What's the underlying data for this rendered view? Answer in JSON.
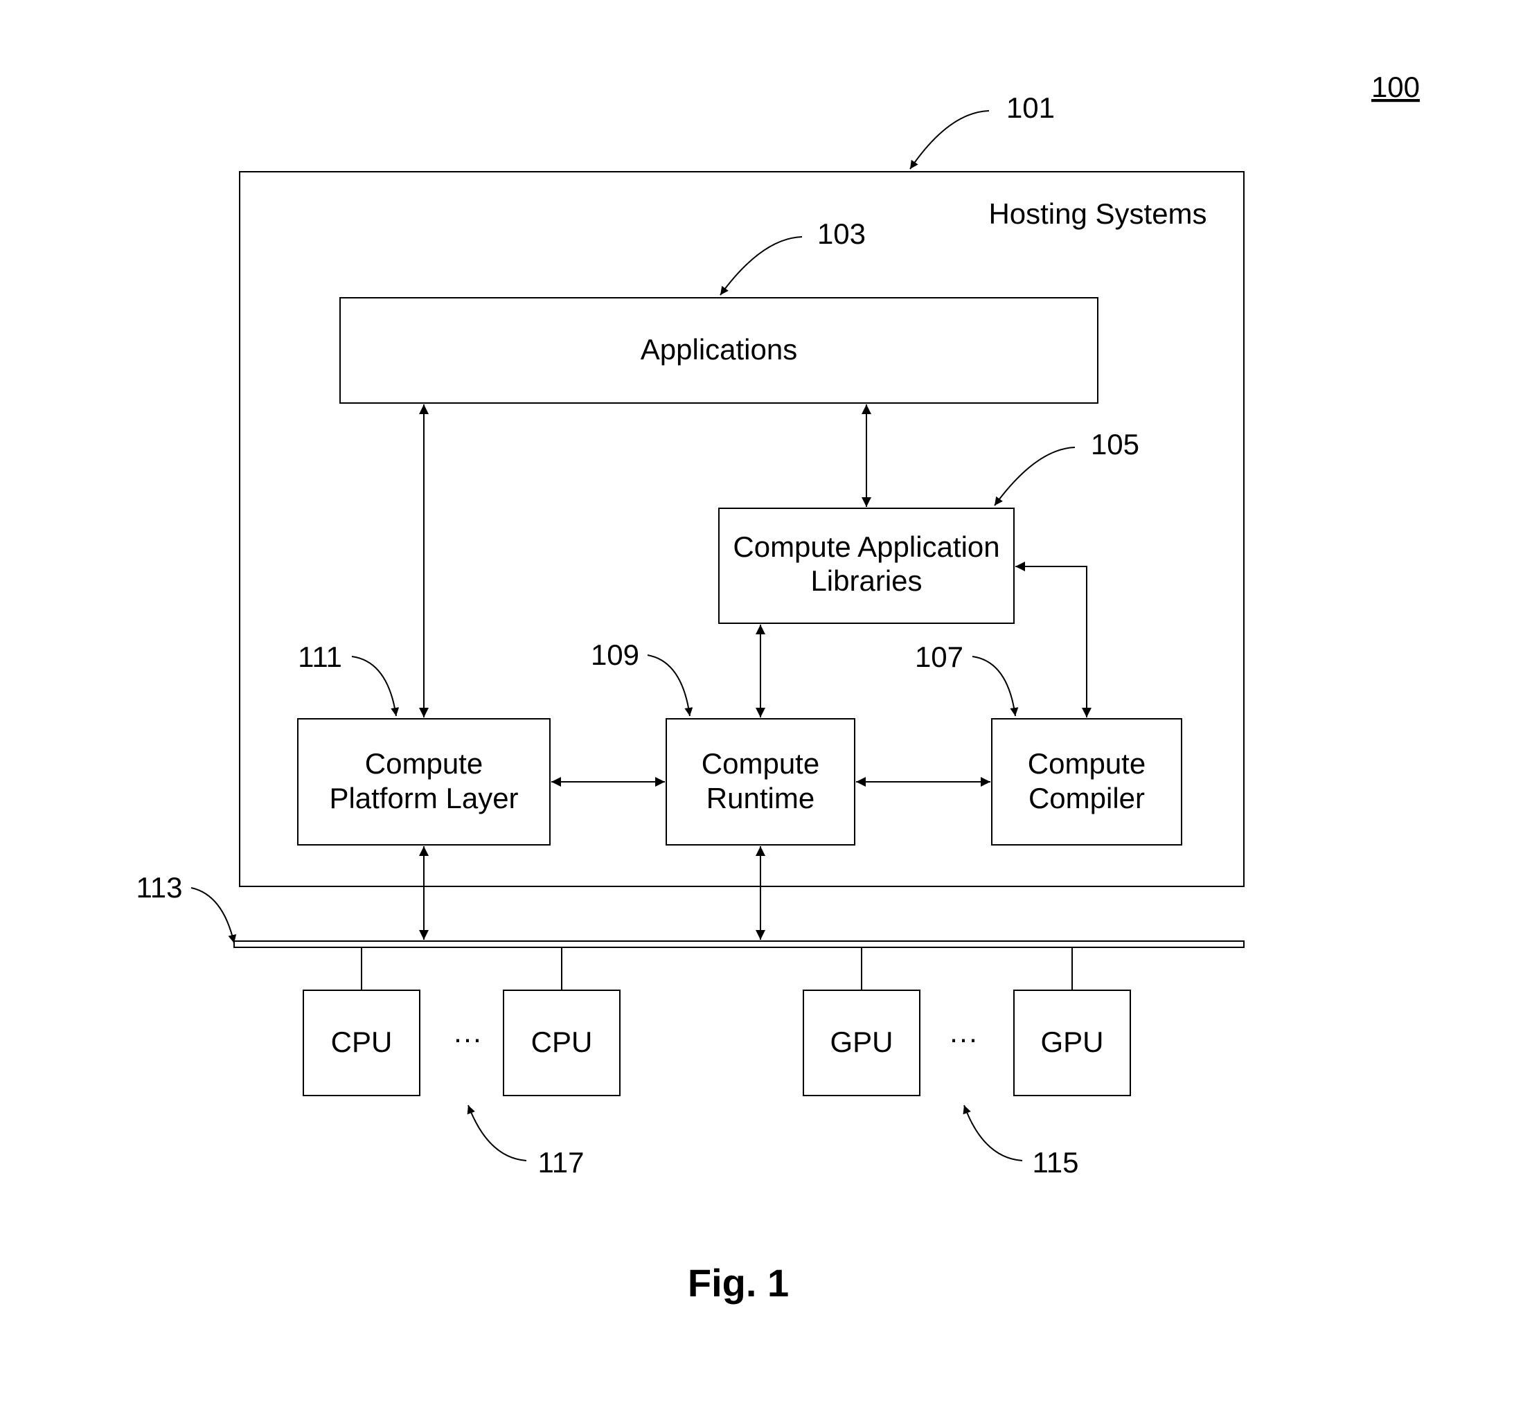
{
  "figure": {
    "number": "100",
    "caption": "Fig. 1"
  },
  "hosting": {
    "label": "Hosting Systems",
    "ref": "101"
  },
  "applications": {
    "label": "Applications",
    "ref": "103"
  },
  "libraries": {
    "line1": "Compute Application",
    "line2": "Libraries",
    "ref": "105"
  },
  "compiler": {
    "line1": "Compute",
    "line2": "Compiler",
    "ref": "107"
  },
  "runtime": {
    "line1": "Compute",
    "line2": "Runtime",
    "ref": "109"
  },
  "platform": {
    "line1": "Compute",
    "line2": "Platform Layer",
    "ref": "111"
  },
  "bus": {
    "ref": "113"
  },
  "gpus": {
    "items": [
      "GPU",
      "GPU"
    ],
    "ellipsis": "···",
    "ref": "115"
  },
  "cpus": {
    "items": [
      "CPU",
      "CPU"
    ],
    "ellipsis": "···",
    "ref": "117"
  }
}
